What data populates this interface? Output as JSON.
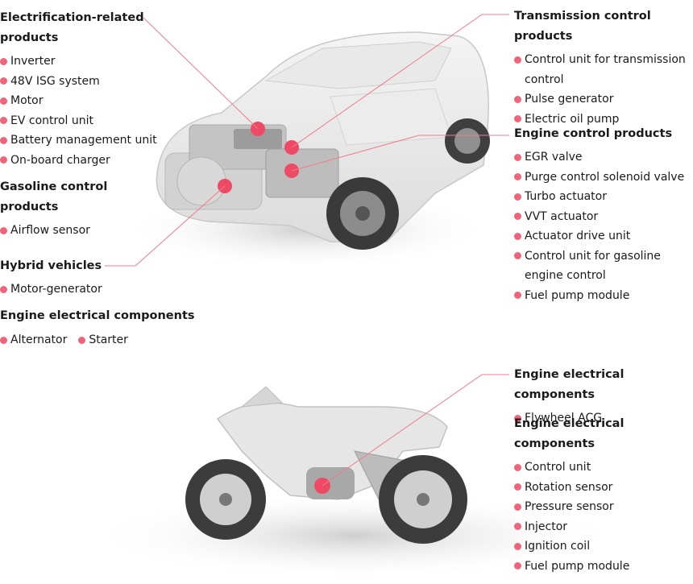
{
  "colors": {
    "accent": "#f0647a",
    "line": "#f07b8c",
    "heading": "#1a1a1a"
  },
  "car": {
    "electrification": {
      "title": "Electrification-related products",
      "items": [
        "Inverter",
        "48V ISG system",
        "Motor",
        "EV control unit",
        "Battery management unit",
        "On-board charger"
      ]
    },
    "gasoline": {
      "title": "Gasoline control products",
      "items": [
        "Airflow sensor"
      ]
    },
    "hybrid": {
      "title": "Hybrid vehicles",
      "items": [
        "Motor-generator"
      ]
    },
    "engine_electrical": {
      "title": "Engine electrical components",
      "items": [
        "Alternator",
        "Starter"
      ]
    },
    "transmission": {
      "title": "Transmission control products",
      "items": [
        "Control unit for transmission control",
        "Pulse generator",
        "Electric oil pump"
      ]
    },
    "engine_control": {
      "title": "Engine control products",
      "items": [
        "EGR valve",
        "Purge control solenoid valve",
        "Turbo actuator",
        "VVT actuator",
        "Actuator drive unit",
        "Control unit for gasoline engine control",
        "Fuel pump module"
      ]
    }
  },
  "motorcycle": {
    "engine_electrical_a": {
      "title": "Engine electrical components",
      "items": [
        "Flywheel ACG"
      ]
    },
    "engine_electrical_b": {
      "title": "Engine electrical components",
      "items": [
        "Control unit",
        "Rotation sensor",
        "Pressure sensor",
        "Injector",
        "Ignition coil",
        "Fuel pump module"
      ]
    }
  }
}
